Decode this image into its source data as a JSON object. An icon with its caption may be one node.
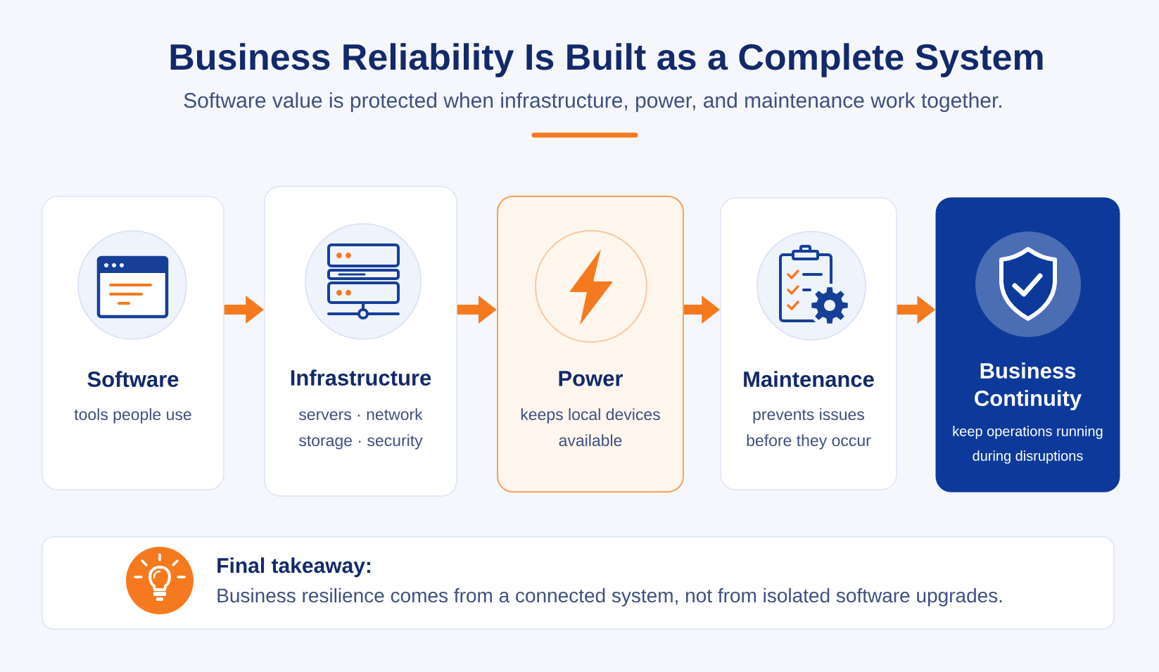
{
  "diagram": {
    "title": "Business Reliability Is Built as a Complete System",
    "nodes": [
      {
        "text": [
          "Software",
          "tools people use"
        ]
      },
      {
        "text": [
          "Infrastructure",
          "servers · network storage · security"
        ]
      },
      {
        "text": [
          "Power",
          "keeps local devices available"
        ]
      },
      {
        "text": [
          "Maintenance",
          "prevents issues before they occur"
        ]
      },
      {
        "text": [
          "Business Continuity",
          "keep operations running during disruptions"
        ]
      },
      {
        "text": [
          "Final takeaway:",
          "Business resilience comes from a connected system, not from isolated software upgrades."
        ]
      }
    ],
    "edges": [
      {
        "from": 0,
        "to": 1,
        "arrow": "to"
      },
      {
        "from": 1,
        "to": 2,
        "arrow": "to"
      },
      {
        "from": 2,
        "to": 3,
        "arrow": "to"
      },
      {
        "from": 3,
        "to": 4,
        "arrow": "to"
      }
    ],
    "labels": [
      "Software value is protected when infrastructure, power, and maintenance work together."
    ]
  }
}
